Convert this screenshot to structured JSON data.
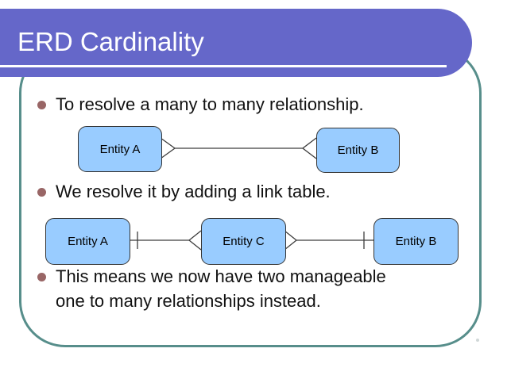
{
  "slide": {
    "title": "ERD Cardinality",
    "bullets": [
      {
        "lines": [
          "To resolve a many to many relationship."
        ]
      },
      {
        "lines": [
          "We resolve it by adding a link table."
        ]
      },
      {
        "lines": [
          "This means we now have two manageable",
          "one to many relationships instead."
        ]
      }
    ]
  },
  "diagrams": [
    {
      "name": "many-to-many",
      "entities": [
        "Entity A",
        "Entity B"
      ],
      "notation": "crow's foot (many) at both ends"
    },
    {
      "name": "resolved-with-link-table",
      "entities": [
        "Entity A",
        "Entity C",
        "Entity B"
      ],
      "notation": "one (tick) near Entity A and Entity B, many (crow's foot) on both sides of Entity C"
    }
  ],
  "colors": {
    "header_bar": "#6567c9",
    "outline": "#578e8b",
    "bullet_dot": "#996666",
    "entity_fill": "#99ccff",
    "entity_stroke": "#333333",
    "connector": "#3d3d3d",
    "title_text": "#ffffff",
    "body_text": "#111111"
  }
}
